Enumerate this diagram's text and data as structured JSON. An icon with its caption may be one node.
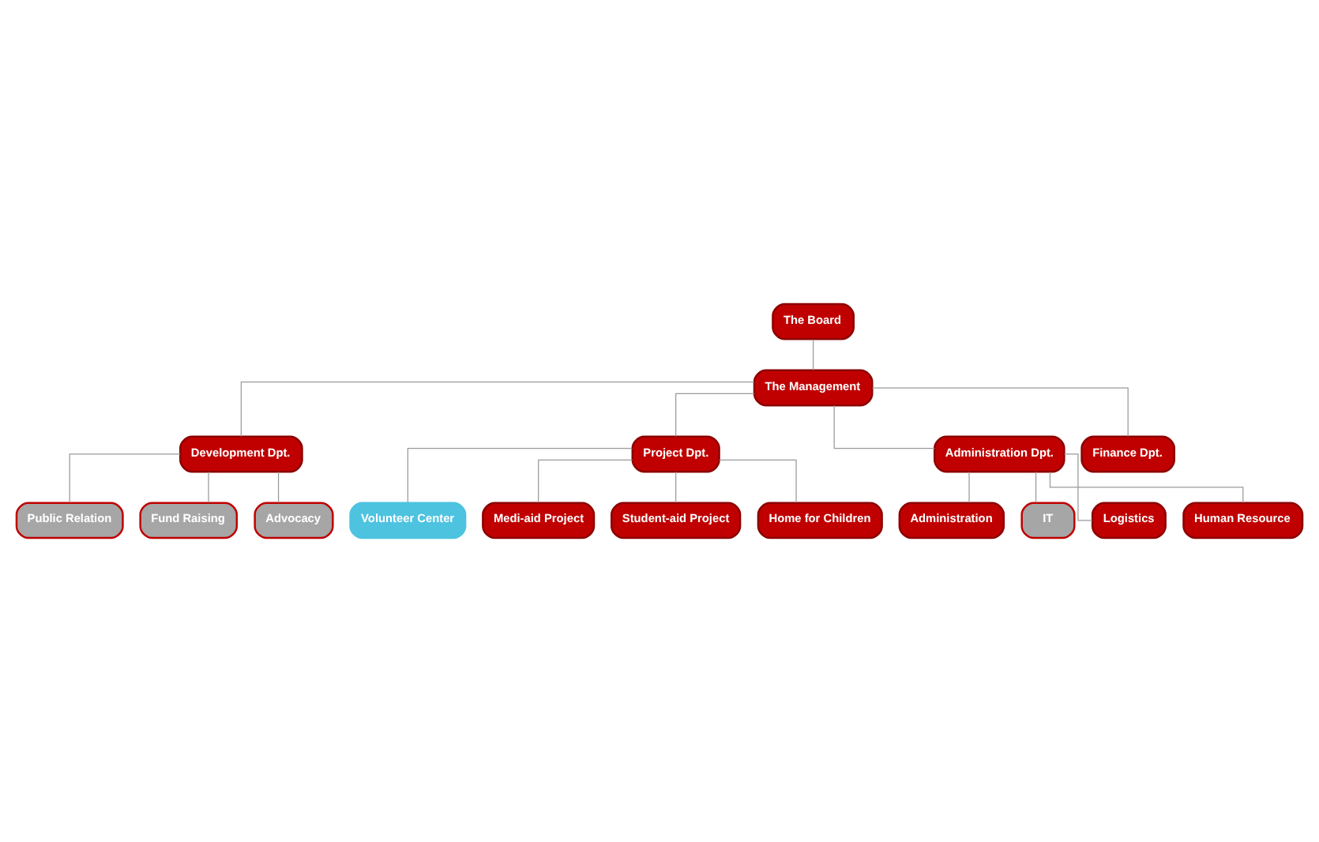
{
  "diagram": {
    "nodes": [
      {
        "text": [
          "The Board"
        ]
      },
      {
        "text": [
          "The Management"
        ]
      },
      {
        "text": [
          "Development Dpt."
        ]
      },
      {
        "text": [
          "Project Dpt."
        ]
      },
      {
        "text": [
          "Administration Dpt."
        ]
      },
      {
        "text": [
          "Finance Dpt."
        ]
      },
      {
        "text": [
          "Public Relation"
        ]
      },
      {
        "text": [
          "Fund Raising"
        ]
      },
      {
        "text": [
          "Advocacy"
        ]
      },
      {
        "text": [
          "Volunteer Center"
        ]
      },
      {
        "text": [
          "Medi-aid Project"
        ]
      },
      {
        "text": [
          "Student-aid Project"
        ]
      },
      {
        "text": [
          "Home for Children"
        ]
      },
      {
        "text": [
          "Administration"
        ]
      },
      {
        "text": [
          "IT"
        ]
      },
      {
        "text": [
          "Logistics"
        ]
      },
      {
        "text": [
          "Human Resource"
        ]
      }
    ],
    "edges": [
      {
        "from": 0,
        "to": 1,
        "arrow": "none"
      },
      {
        "from": 1,
        "to": 2,
        "arrow": "none"
      },
      {
        "from": 1,
        "to": 3,
        "arrow": "none"
      },
      {
        "from": 1,
        "to": 4,
        "arrow": "none"
      },
      {
        "from": 1,
        "to": 5,
        "arrow": "none"
      },
      {
        "from": 2,
        "to": 6,
        "arrow": "none"
      },
      {
        "from": 2,
        "to": 7,
        "arrow": "none"
      },
      {
        "from": 2,
        "to": 8,
        "arrow": "none"
      },
      {
        "from": 3,
        "to": 9,
        "arrow": "none"
      },
      {
        "from": 3,
        "to": 10,
        "arrow": "none"
      },
      {
        "from": 3,
        "to": 11,
        "arrow": "none"
      },
      {
        "from": 3,
        "to": 12,
        "arrow": "none"
      },
      {
        "from": 4,
        "to": 13,
        "arrow": "none"
      },
      {
        "from": 4,
        "to": 14,
        "arrow": "none"
      },
      {
        "from": 4,
        "to": 15,
        "arrow": "none"
      },
      {
        "from": 4,
        "to": 16,
        "arrow": "none"
      }
    ]
  }
}
